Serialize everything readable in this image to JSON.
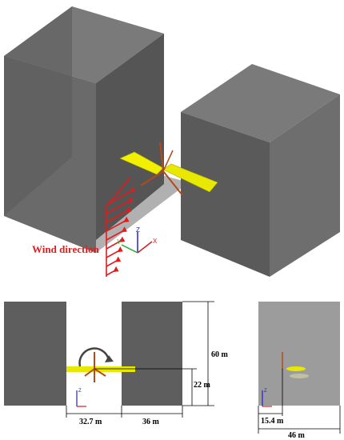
{
  "top_view": {
    "wind_label": "Wind direction",
    "axes": {
      "z": "Z",
      "y": "Y",
      "x": "X"
    }
  },
  "side_view": {
    "dims": {
      "height_total": "60 m",
      "hub_height": "22 m",
      "gap_width": "32.7 m",
      "building_width": "36 m"
    },
    "axes": {
      "z": "Z",
      "x": "X"
    }
  },
  "front_view": {
    "dims": {
      "offset": "15.4 m",
      "width": "46 m"
    },
    "axes": {
      "z": "Z"
    }
  },
  "colors": {
    "building_fill": "#5f5f5f",
    "building_top": "#7c7c7c",
    "ground": "#9a9a9a",
    "wind": "#e41b1b",
    "blade": "#e8e800",
    "rotor": "#b34a1c"
  }
}
